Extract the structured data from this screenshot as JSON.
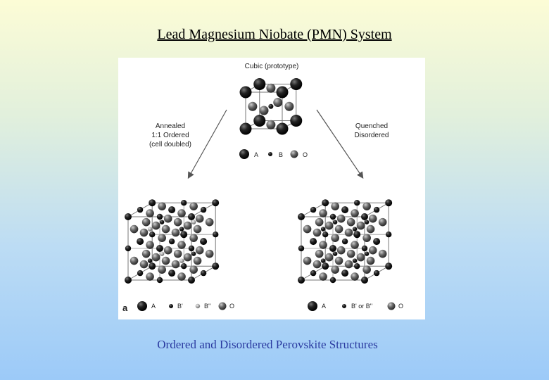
{
  "title": "Lead Magnesium Niobate (PMN) System",
  "caption": "Ordered and Disordered Perovskite Structures",
  "figure": {
    "top_label": "Cubic (prototype)",
    "top_legend": {
      "a": "A",
      "b": "B",
      "o": "O"
    },
    "left_arrow_label": [
      "Annealed",
      "1:1 Ordered",
      "(cell doubled)"
    ],
    "right_arrow_label": [
      "Quenched",
      "Disordered"
    ],
    "panel_letter": "a",
    "left_legend": {
      "a": "A",
      "b1": "B'",
      "b2": "B''",
      "o": "O"
    },
    "right_legend": {
      "a": "A",
      "b": "B' or B''",
      "o": "O"
    }
  }
}
